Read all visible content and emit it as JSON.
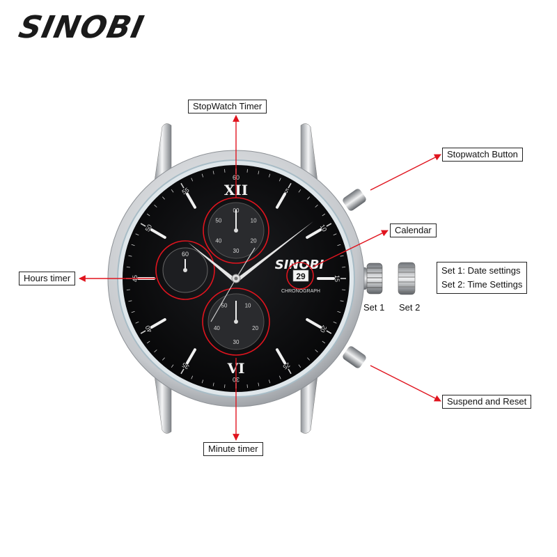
{
  "brand": {
    "name": "SINOBI"
  },
  "dial": {
    "logo": "SINOBI",
    "text": "CHRONOGRAPH",
    "date": "29",
    "minute_numbers": [
      "60",
      "5",
      "10",
      "15",
      "20",
      "25",
      "30",
      "35",
      "40",
      "45",
      "50",
      "55"
    ],
    "subdial_top_numbers": [
      "30",
      "40",
      "50",
      "00",
      "10",
      "20"
    ],
    "subdial_left_number": "60",
    "subdial_bottom_numbers": [
      "30",
      "40",
      "50",
      "10",
      "20"
    ]
  },
  "callouts": {
    "stopwatch_timer": "StopWatch Timer",
    "stopwatch_button": "Stopwatch Button",
    "calendar": "Calendar",
    "hours_timer": "Hours timer",
    "set_info_1": "Set 1: Date settings",
    "set_info_2": "Set 2: Time Settings",
    "set1": "Set 1",
    "set2": "Set 2",
    "suspend_reset": "Suspend and Reset",
    "minute_timer": "Minute timer"
  },
  "colors": {
    "accent": "#e0141e",
    "dial": "#0c0c0e",
    "steel": "#c9ccd0",
    "text": "#111111"
  }
}
